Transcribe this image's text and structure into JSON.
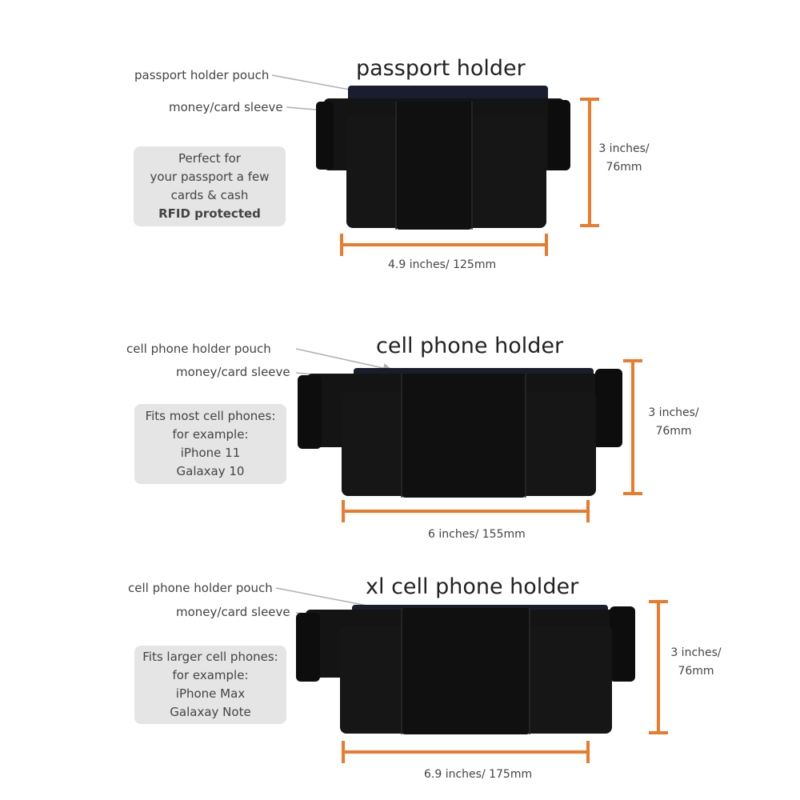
{
  "sections": [
    {
      "title": "passport holder",
      "pouch_label": "passport holder pouch",
      "sleeve_label": "money/card sleeve",
      "info": {
        "lines": [
          "Perfect for",
          "your passport a few",
          "cards & cash"
        ],
        "bold_line": "RFID protected"
      },
      "height_label": [
        "3 inches/",
        "76mm"
      ],
      "width_label": "4.9 inches/ 125mm"
    },
    {
      "title": "cell phone holder",
      "pouch_label": "cell phone holder pouch",
      "sleeve_label": "money/card sleeve",
      "info": {
        "lines": [
          "Fits most cell phones:",
          "for example:",
          "iPhone 11",
          "Galaxay 10"
        ]
      },
      "height_label": [
        "3 inches/",
        "76mm"
      ],
      "width_label": "6 inches/ 155mm"
    },
    {
      "title": "xl cell phone holder",
      "pouch_label": "cell phone holder pouch",
      "sleeve_label": "money/card sleeve",
      "info": {
        "lines": [
          "Fits larger cell phones:",
          "for example:",
          "iPhone Max",
          "Galaxay Note"
        ]
      },
      "height_label": [
        "3 inches/",
        "76mm"
      ],
      "width_label": "6.9 inches/ 175mm"
    }
  ],
  "colors": {
    "accent": "#ea7a2c",
    "infobox": "#e5e5e5",
    "product": "#141414"
  }
}
